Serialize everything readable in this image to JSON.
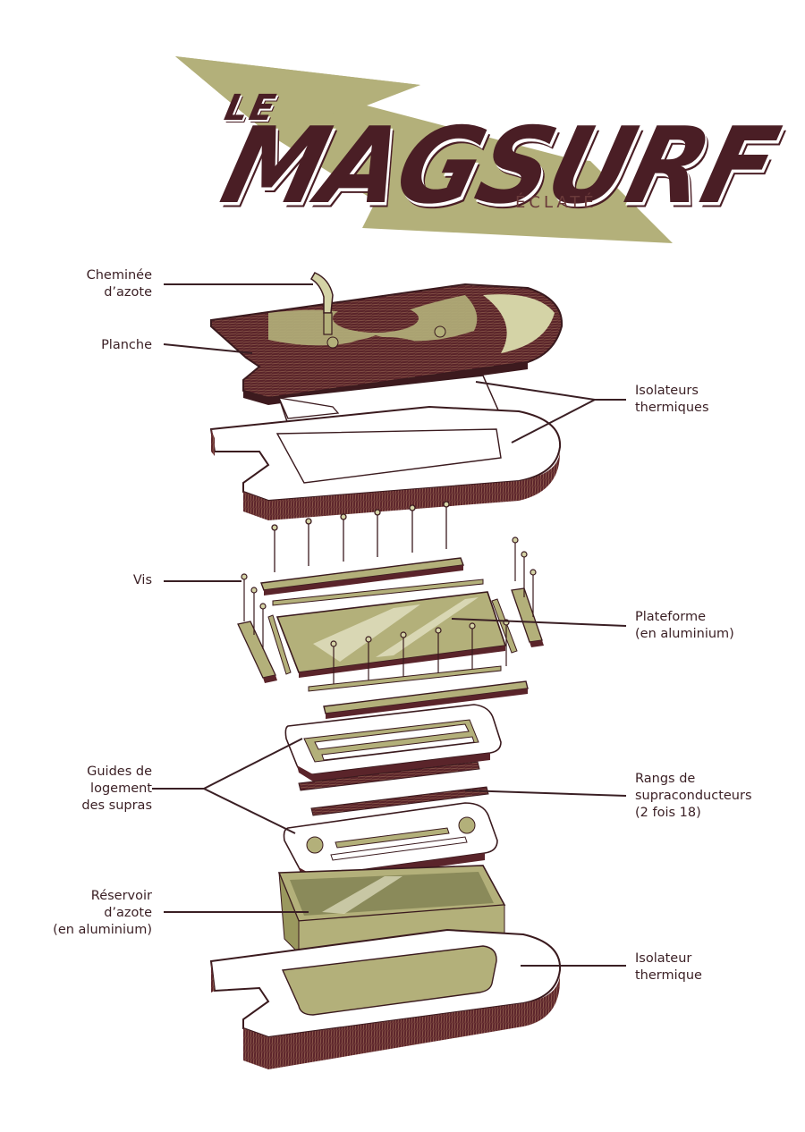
{
  "title": {
    "prefix": "LE",
    "main": "MAGSURF",
    "subtitle": "ÉCLATÉ"
  },
  "labels": {
    "cheminee": [
      "Cheminée",
      "d’azote"
    ],
    "planche": [
      "Planche"
    ],
    "isolateurs": [
      "Isolateurs",
      "thermiques"
    ],
    "vis": [
      "Vis"
    ],
    "plateforme": [
      "Plateforme",
      "(en aluminium)"
    ],
    "guides": [
      "Guides de",
      "logement",
      "des supras"
    ],
    "rangs": [
      "Rangs de",
      "supraconducteurs",
      "(2 fois 18)"
    ],
    "reservoir": [
      "Réservoir",
      "d’azote",
      "(en aluminium)"
    ],
    "isolateur": [
      "Isolateur",
      "thermique"
    ]
  },
  "colors": {
    "olive": "#b3b07a",
    "olive_light": "#d4d3a6",
    "maroon": "#4a1e25",
    "maroon_mid": "#7a3b3b",
    "ink": "#3a1f24"
  }
}
